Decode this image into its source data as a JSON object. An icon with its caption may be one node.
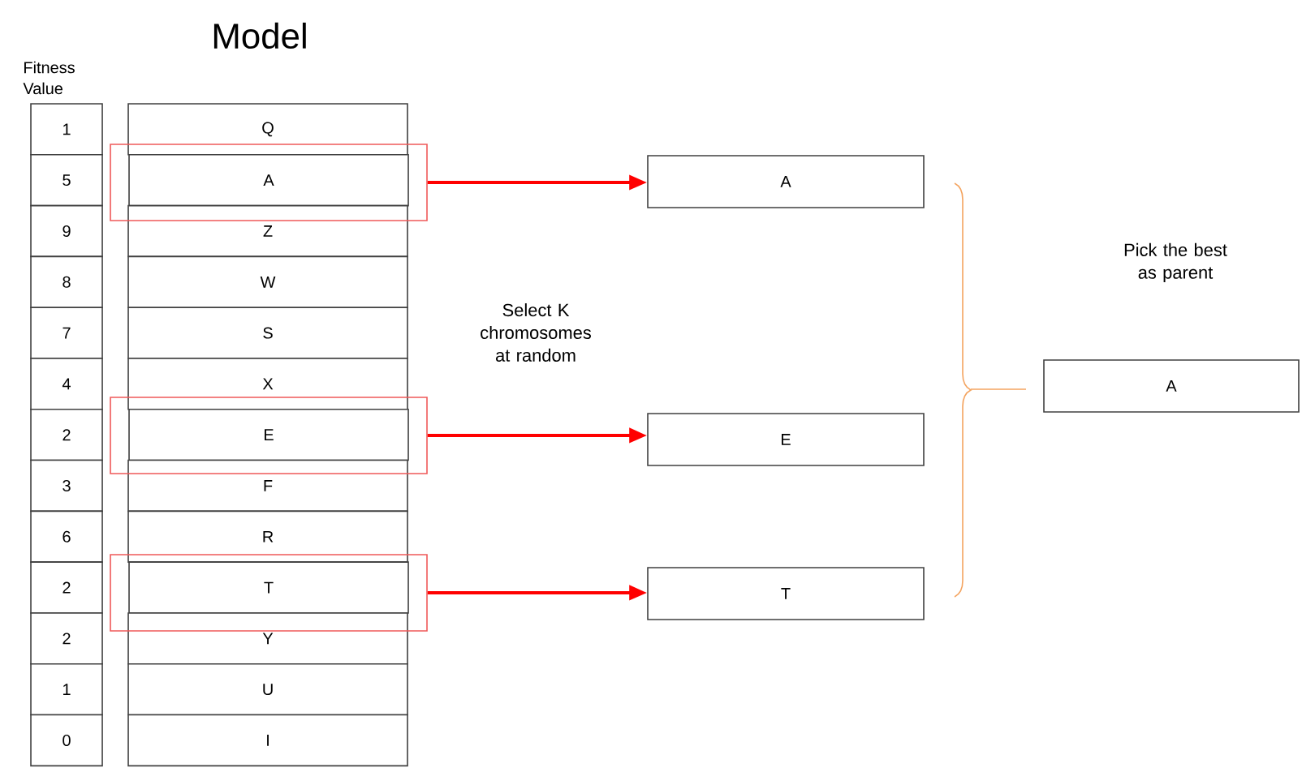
{
  "diagram": {
    "nodes": [
      {
        "text": [
          "1"
        ]
      },
      {
        "text": [
          "5"
        ]
      },
      {
        "text": [
          "9"
        ]
      },
      {
        "text": [
          "8"
        ]
      },
      {
        "text": [
          "7"
        ]
      },
      {
        "text": [
          "4"
        ]
      },
      {
        "text": [
          "2"
        ]
      },
      {
        "text": [
          "3"
        ]
      },
      {
        "text": [
          "6"
        ]
      },
      {
        "text": [
          "2"
        ]
      },
      {
        "text": [
          "2"
        ]
      },
      {
        "text": [
          "1"
        ]
      },
      {
        "text": [
          "0"
        ]
      },
      {
        "text": [
          "Q"
        ]
      },
      {
        "text": [
          "A"
        ],
        "in": 26
      },
      {
        "text": [
          "Z"
        ]
      },
      {
        "text": [
          "W"
        ]
      },
      {
        "text": [
          "S"
        ]
      },
      {
        "text": [
          "X"
        ]
      },
      {
        "text": [
          "E"
        ],
        "in": 27
      },
      {
        "text": [
          "F"
        ]
      },
      {
        "text": [
          "R"
        ]
      },
      {
        "text": [
          "T"
        ],
        "in": 28
      },
      {
        "text": [
          "Y"
        ]
      },
      {
        "text": [
          "U"
        ]
      },
      {
        "text": [
          "I"
        ]
      },
      {
        "text": [],
        "shape": "box"
      },
      {
        "text": [],
        "shape": "box"
      },
      {
        "text": [],
        "shape": "box"
      },
      {
        "text": [
          "A"
        ]
      },
      {
        "text": [
          "E"
        ]
      },
      {
        "text": [
          "T"
        ]
      },
      {
        "text": [
          "A"
        ]
      }
    ],
    "edges": [
      {
        "from": 26,
        "to": 29,
        "arrow": "to"
      },
      {
        "from": 27,
        "to": 30,
        "arrow": "to"
      },
      {
        "from": 28,
        "to": 31,
        "arrow": "to"
      }
    ],
    "labels": [
      "Model",
      "Fitness Value",
      "Select K chromosomes at random",
      "Pick the best as parent"
    ]
  }
}
